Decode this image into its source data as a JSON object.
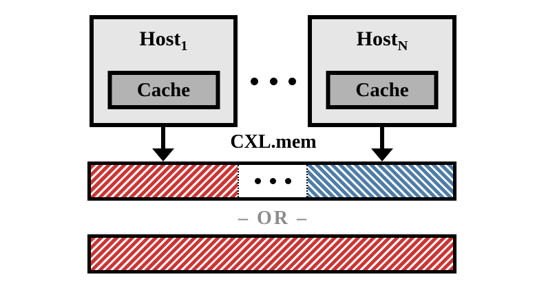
{
  "diagram": {
    "hosts": [
      {
        "label": "Host",
        "subscript": "1",
        "cache_label": "Cache"
      },
      {
        "label": "Host",
        "subscript": "N",
        "cache_label": "Cache"
      }
    ],
    "hosts_ellipsis": "…",
    "cxl_label": "CXL.mem",
    "or_label": "– OR –",
    "memory_bars": {
      "shared": {
        "segments": [
          {
            "name": "host1-region",
            "style": "red-diagonal-stripes-forward"
          },
          {
            "name": "ellipsis",
            "text": "…"
          },
          {
            "name": "hostN-region",
            "style": "blue-diagonal-stripes-backward"
          }
        ]
      },
      "pooled": {
        "name": "full-region",
        "style": "red-diagonal-stripes-forward"
      }
    },
    "colors": {
      "red_stripe": "#cb3634",
      "blue_stripe": "#4e7da6",
      "host_fill": "#e6e6e6",
      "cache_fill": "#b3b3b3",
      "border": "#000000",
      "or_text": "#8c8c8c",
      "background": "#ffffff"
    }
  }
}
